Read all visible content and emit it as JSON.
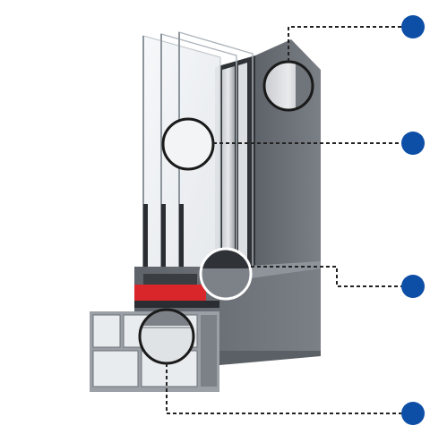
{
  "diagram": {
    "subject": "window-profile-cross-section",
    "colors": {
      "frame": "#6f757b",
      "frame_dark": "#4a4f55",
      "frame_light": "#9aa0a6",
      "glass": "#eef1f4",
      "glass_edge": "#b9c0c6",
      "spacer": "#2a2d31",
      "gasket_red": "#d9262a",
      "marker": "#0d4ea6",
      "callout_line": "#222222",
      "magnifier_ring": "#ffffff"
    },
    "callouts": [
      {
        "id": "callout-1",
        "target": "glass-pane-detail"
      },
      {
        "id": "callout-2",
        "target": "glazing-detail"
      },
      {
        "id": "callout-3",
        "target": "glass-edge-seal-detail"
      },
      {
        "id": "callout-4",
        "target": "frame-chamber-detail"
      }
    ]
  }
}
